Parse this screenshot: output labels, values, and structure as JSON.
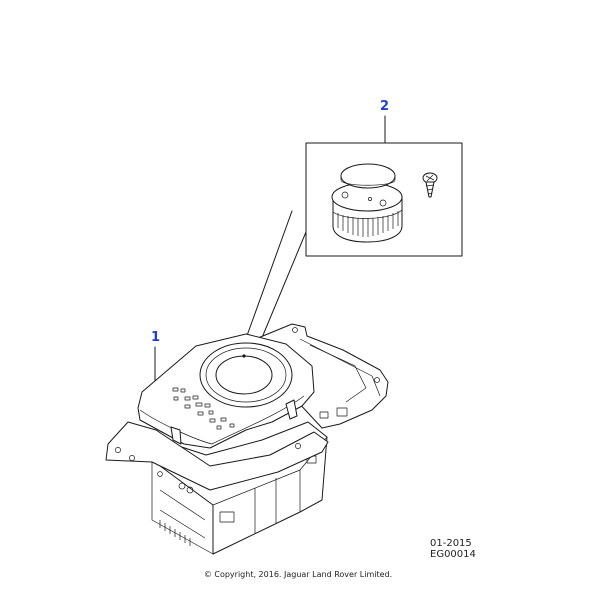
{
  "callouts": {
    "item1": "1",
    "item2": "2"
  },
  "footer": {
    "date_code": "01-2015",
    "drawing_code": "EG00014",
    "copyright": "© Copyright, 2016. Jaguar Land Rover Limited."
  },
  "colors": {
    "callout": "#1f3fd1",
    "line": "#1a1a1a"
  }
}
